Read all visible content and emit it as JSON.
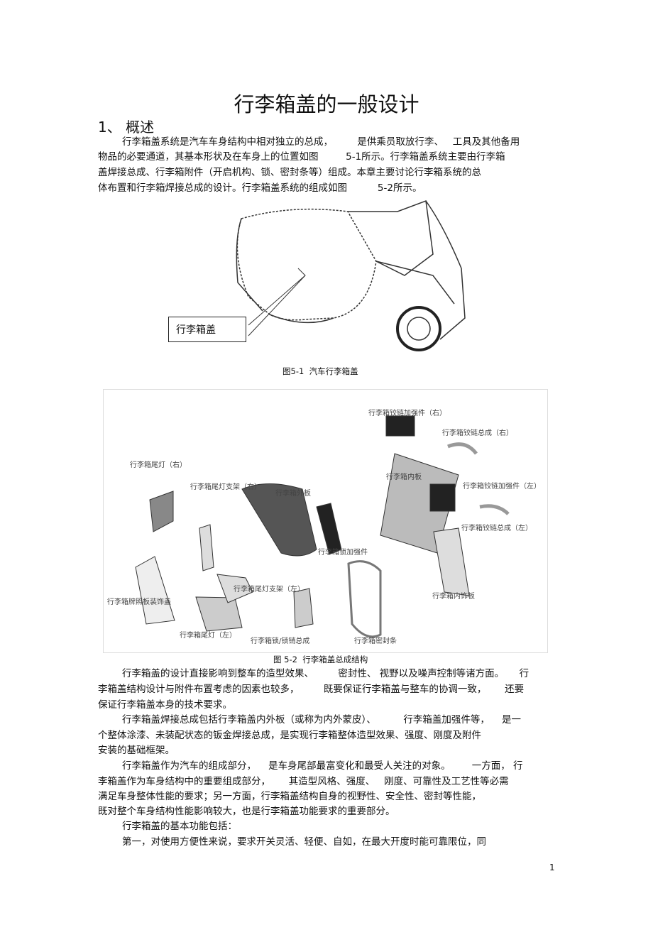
{
  "title": "行李箱盖的一般设计",
  "section_heading": "1、 概述",
  "intro_lines": [
    "行李箱盖系统是汽车车身结构中相对独立的总成，        是供乘员取放行李、   工具及其他备用",
    "物品的必要通道，其基本形状及在车身上的位置如图         5-1所示。行李箱盖系统主要由行李箱",
    "盖焊接总成、行李箱附件（开启机构、锁、密封条等）组成。本章主要讨论行李箱系统的总",
    "体布置和行李箱焊接总成的设计。行李箱盖系统的组成如图          5-2所示。"
  ],
  "figure1": {
    "label": "行李箱盖",
    "caption": "图5-1  汽车行李箱盖"
  },
  "figure2": {
    "caption": "图 5-2  行李箱盖总成结构",
    "part_labels": [
      "行李箱铰链加强件（右）",
      "行李箱铰链总成（右）",
      "行李箱尾灯（右）",
      "行李箱尾灯支架（右）",
      "行李箱外板",
      "行李箱内板",
      "行李箱铰链加强件（左）",
      "行李箱铰链总成（左）",
      "行李箱锁加强件",
      "行李箱牌照板装饰盖",
      "行李箱尾灯支架（左）",
      "行李箱内饰板",
      "行李箱尾灯（左）",
      "行李箱锁/锁销总成",
      "行李箱密封条"
    ]
  },
  "body_paragraphs": [
    [
      "行李箱盖的设计直接影响到整车的造型效果、        密封性、 视野以及噪声控制等诸方面。     行",
      "李箱盖结构设计与附件布置考虑的因素也较多，        既要保证行李箱盖与整车的协调一致，      还要",
      "保证行李箱盖本身的技术要求。"
    ],
    [
      "行李箱盖焊接总成包括行李箱盖内外板（或称为内外蒙皮）、         行李箱盖加强件等，    是一",
      "个整体涂漆、未装配状态的钣金焊接总成，是实现行李箱整体造型效果、强度、刚度及附件",
      "安装的基础框架。"
    ],
    [
      "行李箱盖作为汽车的组成部分，    是车身尾部最富变化和最受人关注的对象。       一方面， 行",
      "李箱盖作为车身结构中的重要组成部分，      其造型风格、强度、   刚度、可靠性及工艺性等必需",
      "满足车身整体性能的要求；另一方面，行李箱盖结构自身的视野性、安全性、密封等性能，",
      "既对整个车身结构性能影响较大，也是行李箱盖功能要求的重要部分。"
    ],
    [
      "行李箱盖的基本功能包括："
    ],
    [
      "第一，对使用方便性来说，要求开关灵活、轻便、自如，在最大开度时能可靠限位，同"
    ]
  ],
  "page_number": "1"
}
